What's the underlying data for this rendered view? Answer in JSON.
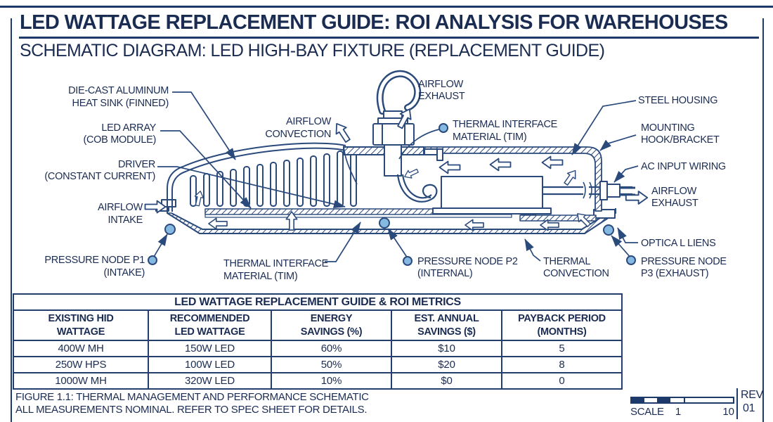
{
  "page": {
    "title": "LED WATTAGE REPLACEMENT GUIDE: ROI ANALYSIS FOR WAREHOUSES",
    "subtitle": "SCHEMATIC DIAGRAM: LED HIGH-BAY FIXTURE (REPLACEMENT GUIDE)"
  },
  "colors": {
    "line": "#2a4a7c",
    "text": "#1b2c52",
    "node_fill": "#86b9e2",
    "frame": "#1d3a6b"
  },
  "diagram": {
    "labels": {
      "heat_sink": {
        "l1": "DIE-CAST ALUMINUM",
        "l2": "HEAT SINK (FINNED)"
      },
      "led_array": {
        "l1": "LED ARRAY",
        "l2": "(COB MODULE)"
      },
      "driver": {
        "l1": "DRIVER",
        "l2": "(CONSTANT CURRENT)"
      },
      "airflow_intake": {
        "l1": "AIRFLOW",
        "l2": "INTAKE"
      },
      "pressure_p1": {
        "l1": "PRESSURE NODE P1",
        "l2": "(INTAKE)"
      },
      "airflow_convection": {
        "l1": "AIRFLOW",
        "l2": "CONVECTION"
      },
      "airflow_exhaust_top": {
        "l1": "AIRFLOW",
        "l2": "EXHAUST"
      },
      "tim_top": {
        "l1": "THERMAL INTERFACE",
        "l2": "MATERIAL (TIM)"
      },
      "steel_housing": "STEEL HOUSING",
      "mounting": {
        "l1": "MOUNTING",
        "l2": "HOOK/BRACKET"
      },
      "ac_input": "AC INPUT WIRING",
      "airflow_exhaust_right": {
        "l1": "AIRFLOW",
        "l2": "EXHAUST"
      },
      "optical": "OPTICA L LIENS",
      "pressure_p3": {
        "l1": "PRESSURE NODE",
        "l2": "P3 (EXHAUST)"
      },
      "thermal_convection": {
        "l1": "THERMAL",
        "l2": "CONVECTION"
      },
      "pressure_p2": {
        "l1": "PRESSURE NODE P2",
        "l2": "(INTERNAL)"
      },
      "tim_bottom": {
        "l1": "THERMAL INTERFACE",
        "l2": "MATERIAL (TIM)"
      }
    }
  },
  "table": {
    "title": "LED WATTAGE REPLACEMENT GUIDE & ROI METRICS",
    "headers": [
      {
        "l1": "EXISTING HID",
        "l2": "WATTAGE"
      },
      {
        "l1": "RECOMMENDED",
        "l2": "LED WATTAGE"
      },
      {
        "l1": "ENERGY",
        "l2": "SAVINGS (%)"
      },
      {
        "l1": "EST. ANNUAL",
        "l2": "SAVINGS ($)"
      },
      {
        "l1": "PAYBACK PERIOD",
        "l2": "(MONTHS)"
      }
    ],
    "rows": [
      [
        "400W MH",
        "150W LED",
        "60%",
        "$10",
        "5"
      ],
      [
        "250W HPS",
        "100W LED",
        "50%",
        "$20",
        "8"
      ],
      [
        "1000W MH",
        "320W LED",
        "10%",
        "$0",
        "0"
      ]
    ]
  },
  "footer": {
    "line1": "FIGURE 1.1: THERMAL MANAGEMENT AND PERFORMANCE SCHEMATIC",
    "line2": "ALL MEASUREMENTS NOMINAL. REFER TO SPEC SHEET FOR DETAILS."
  },
  "scalebar": {
    "label": "SCALE",
    "min": "1",
    "max": "10"
  },
  "rev": {
    "label": "REV",
    "value": "01"
  }
}
